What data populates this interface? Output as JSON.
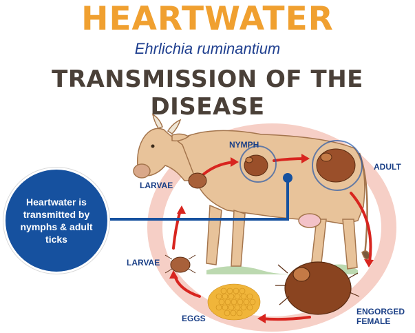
{
  "title": "HEARTWATER",
  "subtitle": "Ehrlichia ruminantium",
  "heading": "TRANSMISSION OF THE DISEASE",
  "labels": {
    "nymph": "NYMPH",
    "adult": "ADULT",
    "larvae_top": "LARVAE",
    "larvae_bottom": "LARVAE",
    "eggs": "EGGS",
    "engorged_line1": "ENGORGED",
    "engorged_line2": "FEMALE"
  },
  "callout": "Heartwater is transmitted by nymphs & adult ticks",
  "colors": {
    "title": "#f0a030",
    "accent_blue": "#16519f",
    "heading": "#4a4038",
    "arrow_red": "#d8251f",
    "cow": "#e8c39a"
  }
}
